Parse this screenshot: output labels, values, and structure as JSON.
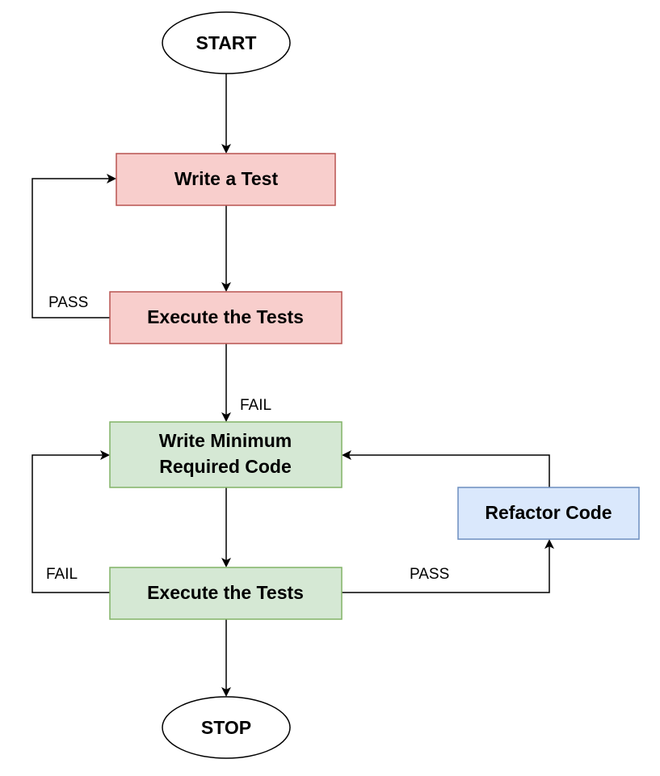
{
  "nodes": {
    "start": {
      "label": "START",
      "shape": "ellipse",
      "fill": "#ffffff",
      "stroke": "#000000"
    },
    "write_test": {
      "label": "Write a Test",
      "shape": "rect",
      "fill": "#f8cecc",
      "stroke": "#b85450"
    },
    "execute_tests_1": {
      "label": "Execute the Tests",
      "shape": "rect",
      "fill": "#f8cecc",
      "stroke": "#b85450"
    },
    "write_min_code": {
      "label_lines": [
        "Write Minimum",
        "Required Code"
      ],
      "shape": "rect",
      "fill": "#d5e8d4",
      "stroke": "#82b366"
    },
    "execute_tests_2": {
      "label": "Execute the Tests",
      "shape": "rect",
      "fill": "#d5e8d4",
      "stroke": "#82b366"
    },
    "refactor_code": {
      "label": "Refactor Code",
      "shape": "rect",
      "fill": "#dae8fc",
      "stroke": "#6c8ebf"
    },
    "stop": {
      "label": "STOP",
      "shape": "ellipse",
      "fill": "#ffffff",
      "stroke": "#000000"
    }
  },
  "edges": [
    {
      "from": "start",
      "to": "write_test",
      "label": ""
    },
    {
      "from": "write_test",
      "to": "execute_tests_1",
      "label": ""
    },
    {
      "from": "execute_tests_1",
      "to": "write_test",
      "label": "PASS"
    },
    {
      "from": "execute_tests_1",
      "to": "write_min_code",
      "label": "FAIL"
    },
    {
      "from": "write_min_code",
      "to": "execute_tests_2",
      "label": ""
    },
    {
      "from": "execute_tests_2",
      "to": "write_min_code",
      "label": "FAIL"
    },
    {
      "from": "execute_tests_2",
      "to": "refactor_code",
      "label": "PASS"
    },
    {
      "from": "refactor_code",
      "to": "write_min_code",
      "label": ""
    },
    {
      "from": "execute_tests_2",
      "to": "stop",
      "label": ""
    }
  ],
  "edge_labels": {
    "pass_top": "PASS",
    "fail_middle": "FAIL",
    "fail_bottom": "FAIL",
    "pass_bottom": "PASS"
  }
}
